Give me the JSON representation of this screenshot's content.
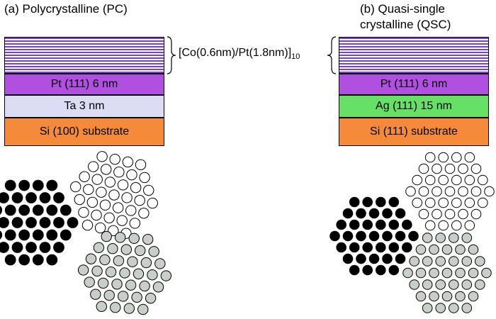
{
  "panel_a": {
    "title": "(a) Polycrystalline (PC)",
    "layers": {
      "pt": "Pt (111) 6 nm",
      "ta": "Ta  3 nm",
      "si": "Si (100) substrate"
    }
  },
  "panel_b": {
    "title_line1": "(b) Quasi-single",
    "title_line2": "crystalline (QSC)",
    "layers": {
      "pt": "Pt (111) 6 nm",
      "ag": "Ag (111) 15 nm",
      "si": "Si (111) substrate"
    }
  },
  "multilayer": {
    "label": "[Co(0.6nm)/Pt(1.8nm)]",
    "subscript": "10"
  },
  "colors": {
    "multilayer_stripe": "#7b3fd0",
    "multilayer_bg": "#ffffff",
    "pt": "#b04fe0",
    "ta": "#dcdcf5",
    "ag": "#66e066",
    "si": "#f58a3a",
    "grain_black": "#000000",
    "grain_white": "#ffffff",
    "grain_gray": "#c8cec8"
  }
}
